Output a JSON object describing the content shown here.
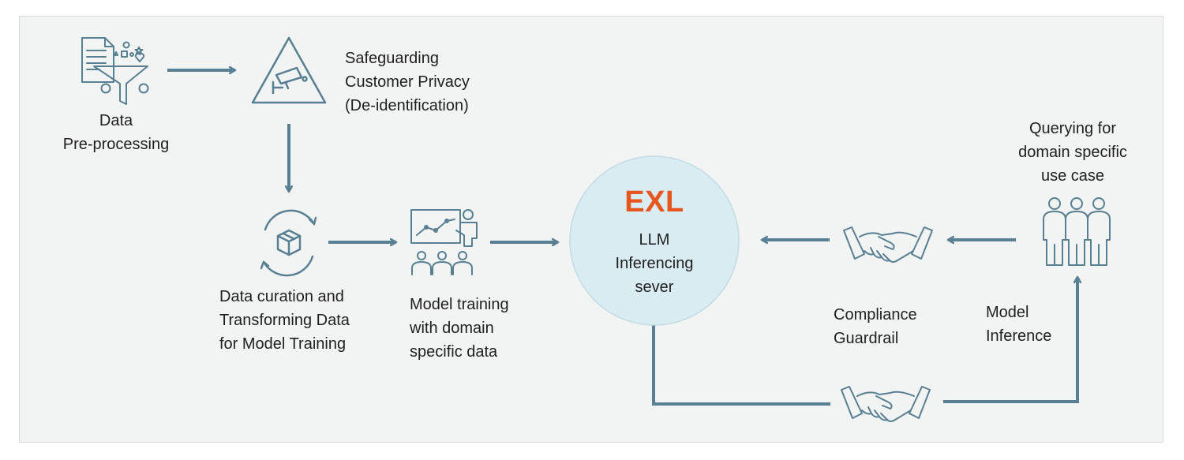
{
  "colors": {
    "frame_bg": "#f2f3f3",
    "stroke": "#587f92",
    "accent": "#e8561f",
    "circle_fill": "#d8ecf2",
    "text": "#1f1f1f"
  },
  "nodes": {
    "data_preprocessing": {
      "icon": "funnel-data-icon",
      "lines": [
        "Data",
        "Pre-processing"
      ]
    },
    "safeguarding": {
      "icon": "surveillance-camera-warning-icon",
      "lines": [
        "Safeguarding",
        "Customer Privacy",
        "(De-identification)"
      ]
    },
    "data_curation": {
      "icon": "box-cycle-icon",
      "lines": [
        "Data curation and",
        "Transforming Data",
        "for Model Training"
      ]
    },
    "model_training": {
      "icon": "training-presentation-icon",
      "lines": [
        "Model training",
        "with domain",
        "specific data"
      ]
    },
    "llm_server": {
      "brand": "EXL",
      "lines": [
        "LLM",
        "Inferencing",
        "sever"
      ]
    },
    "compliance": {
      "icon": "handshake-icon",
      "lines": [
        "Compliance",
        "Guardrail"
      ]
    },
    "querying": {
      "icon": "people-group-icon",
      "lines": [
        "Querying for",
        "domain specific",
        "use case"
      ]
    },
    "model_inference": {
      "icon": "handshake-icon",
      "lines": [
        "Model",
        "Inference"
      ]
    }
  }
}
